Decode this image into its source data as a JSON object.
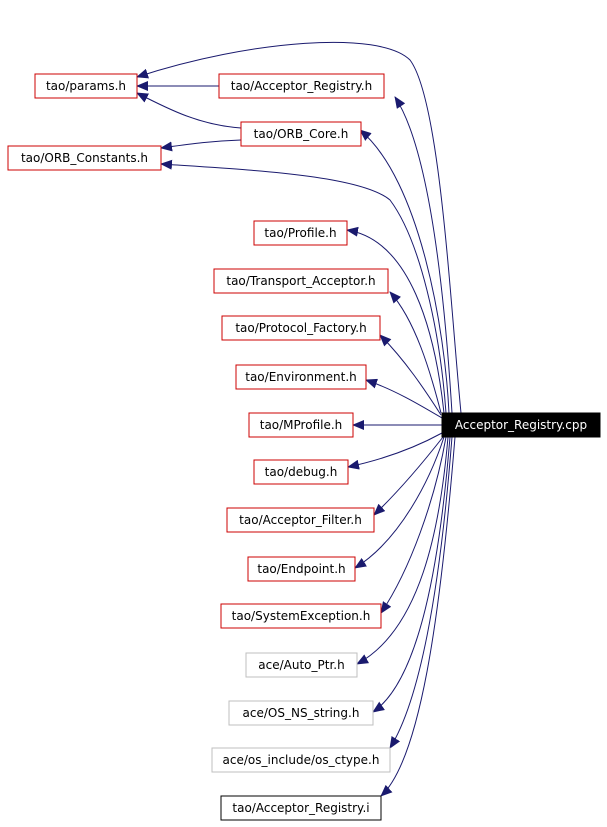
{
  "colors": {
    "edge": "#1a1a6e",
    "node_border_red": "#cc0000",
    "node_border_gray": "#bfbfbf",
    "node_border_black": "#000000",
    "root_fill": "#000000",
    "root_text": "#ffffff"
  },
  "nodes": [
    {
      "id": "params",
      "label": "tao/params.h",
      "style": "red"
    },
    {
      "id": "acc_reg_h",
      "label": "tao/Acceptor_Registry.h",
      "style": "red"
    },
    {
      "id": "orb_core",
      "label": "tao/ORB_Core.h",
      "style": "red"
    },
    {
      "id": "orb_constants",
      "label": "tao/ORB_Constants.h",
      "style": "red"
    },
    {
      "id": "profile",
      "label": "tao/Profile.h",
      "style": "red"
    },
    {
      "id": "transport_acceptor",
      "label": "tao/Transport_Acceptor.h",
      "style": "red"
    },
    {
      "id": "protocol_factory",
      "label": "tao/Protocol_Factory.h",
      "style": "red"
    },
    {
      "id": "environment",
      "label": "tao/Environment.h",
      "style": "red"
    },
    {
      "id": "mprofile",
      "label": "tao/MProfile.h",
      "style": "red"
    },
    {
      "id": "debug",
      "label": "tao/debug.h",
      "style": "red"
    },
    {
      "id": "acceptor_filter",
      "label": "tao/Acceptor_Filter.h",
      "style": "red"
    },
    {
      "id": "endpoint",
      "label": "tao/Endpoint.h",
      "style": "red"
    },
    {
      "id": "system_exception",
      "label": "tao/SystemException.h",
      "style": "red"
    },
    {
      "id": "auto_ptr",
      "label": "ace/Auto_Ptr.h",
      "style": "gray"
    },
    {
      "id": "os_ns_string",
      "label": "ace/OS_NS_string.h",
      "style": "gray"
    },
    {
      "id": "os_ctype",
      "label": "ace/os_include/os_ctype.h",
      "style": "gray"
    },
    {
      "id": "acc_reg_i",
      "label": "tao/Acceptor_Registry.i",
      "style": "black"
    },
    {
      "id": "root",
      "label": "Acceptor_Registry.cpp",
      "style": "root"
    }
  ]
}
